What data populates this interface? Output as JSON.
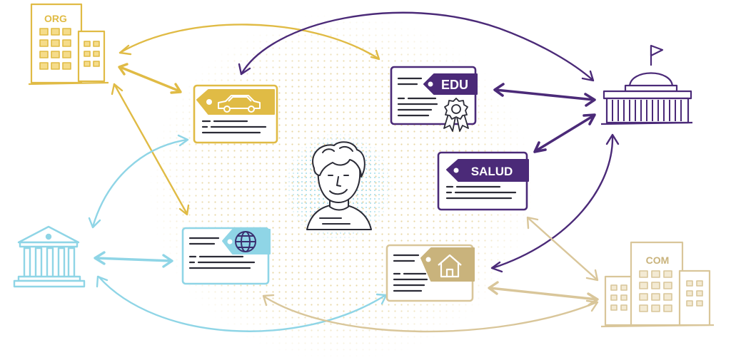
{
  "colors": {
    "gold": "#e0bb45",
    "purple": "#4b2a78",
    "cyan": "#8fd5e6",
    "sand": "#d9c69a",
    "ink": "#2b2b36",
    "dots": "#e6d49e"
  },
  "buildings": {
    "org": {
      "label": "ORG",
      "icon": "office-building-icon"
    },
    "com": {
      "label": "COM",
      "icon": "office-building-icon"
    },
    "gov": {
      "icon": "capitol-building-icon"
    },
    "bank": {
      "icon": "bank-building-icon"
    }
  },
  "credentials": {
    "car": {
      "icon": "car-icon"
    },
    "edu": {
      "label": "EDU",
      "icon": "certificate-seal-icon"
    },
    "salud": {
      "label": "SALUD"
    },
    "globe": {
      "icon": "globe-icon"
    },
    "home": {
      "icon": "house-icon"
    }
  },
  "person": {
    "icon": "person-portrait-icon"
  }
}
